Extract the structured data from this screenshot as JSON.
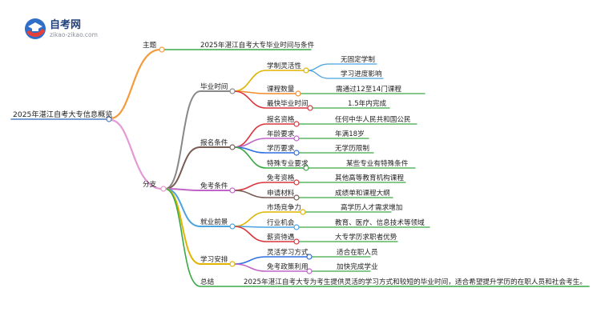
{
  "logo": {
    "title": "自考网",
    "url": "zikao-zikao.com"
  },
  "mindmap": {
    "root": "2025年湛江自考大专信息概览",
    "topic": {
      "label": "主题",
      "value": "2025年湛江自考大专毕业时间与条件"
    },
    "branch_label": "分支",
    "sections": [
      {
        "label": "毕业时间",
        "items": [
          {
            "label": "学制灵活性",
            "children": [
              "无固定学制",
              "学习进度影响"
            ]
          },
          {
            "label": "课程数量",
            "value": "需通过12至14门课程"
          },
          {
            "label": "最快毕业时间",
            "value": "1.5年内完成"
          }
        ]
      },
      {
        "label": "报名条件",
        "items": [
          {
            "label": "报名资格",
            "value": "任何中华人民共和国公民"
          },
          {
            "label": "年龄要求",
            "value": "年满18岁"
          },
          {
            "label": "学历要求",
            "value": "无学历限制"
          },
          {
            "label": "特殊专业要求",
            "value": "某些专业有特殊条件"
          }
        ]
      },
      {
        "label": "免考条件",
        "items": [
          {
            "label": "免考资格",
            "value": "其他高等教育机构课程"
          },
          {
            "label": "申请材料",
            "value": "成绩单和课程大纲"
          }
        ]
      },
      {
        "label": "就业前景",
        "items": [
          {
            "label": "市场竞争力",
            "value": "高学历人才需求增加"
          },
          {
            "label": "行业机会",
            "value": "教育、医疗、信息技术等领域"
          },
          {
            "label": "薪资待遇",
            "value": "大专学历求职者优势"
          }
        ]
      },
      {
        "label": "学习安排",
        "items": [
          {
            "label": "灵活学习方式",
            "value": "适合在职人员"
          },
          {
            "label": "免考政策利用",
            "value": "加快完成学业"
          }
        ]
      },
      {
        "label": "总结",
        "value": "2025年湛江自考大专为考生提供灵活的学习方式和较短的毕业时间，适合希望提升学历的在职人员和社会考生。"
      }
    ]
  },
  "colors": {
    "root": "#4f7fbf",
    "topic": "#f59b3c",
    "branch": "#e39ad6",
    "graduation": "#888888",
    "registration": "#7a5c55",
    "exemption": "#c065c8",
    "employment": "#4aa3df",
    "study": "#e0b400",
    "summary": "#3aa845",
    "item_yellow": "#e0b400",
    "item_orange": "#f28c28",
    "item_red": "#d9363e",
    "item_green": "#3aa845",
    "item_blue": "#2f6fe0",
    "item_purple": "#c065c8"
  }
}
